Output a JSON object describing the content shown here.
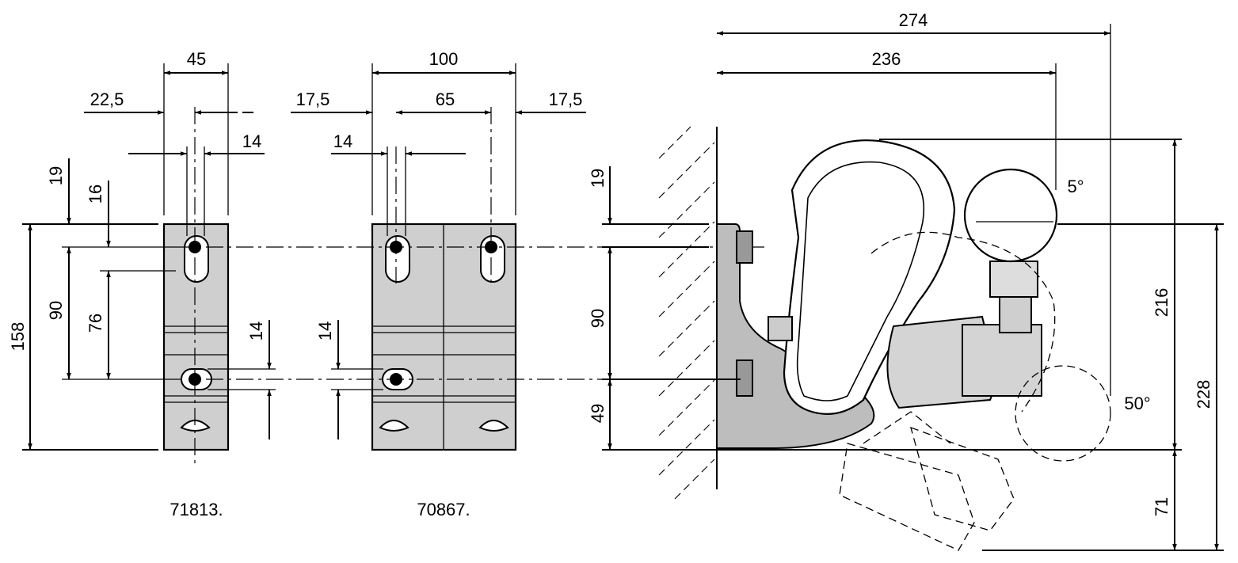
{
  "drawing": {
    "part_left": {
      "code": "71813.",
      "dims": {
        "width": "45",
        "offset": "22,5",
        "slot": "14",
        "top": "19",
        "slot_top": "16",
        "pitch": "90",
        "slot_pitch": "76",
        "height": "158",
        "hole": "14"
      }
    },
    "part_middle": {
      "code": "70867.",
      "dims": {
        "width": "100",
        "left": "17,5",
        "pitch": "65",
        "right": "17,5",
        "slot": "14",
        "hole": "14"
      }
    },
    "side_view": {
      "dims": {
        "overall": "274",
        "reach": "236",
        "top": "19",
        "pitch": "90",
        "bottom": "49",
        "height_upper": "216",
        "height_total": "228",
        "below": "71",
        "angle_small": "5°",
        "angle_large": "50°"
      }
    },
    "colors": {
      "part_fill": "#cfcfcf",
      "line": "#000000"
    }
  }
}
